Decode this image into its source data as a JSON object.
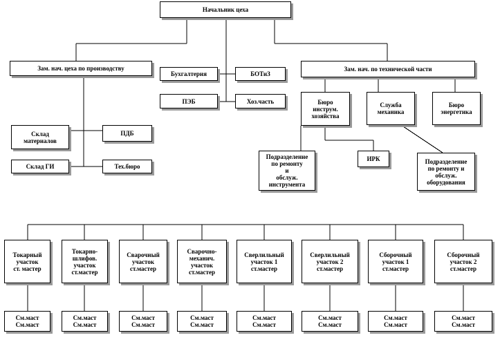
{
  "title": "Начальник цеха",
  "deputies": {
    "production": "Зам. нач. цеха по производству",
    "technical": "Зам. нач. по технической части"
  },
  "center_units": {
    "accounting": "Бухгалтерия",
    "botiz": "БОТиЗ",
    "peb": "ПЭБ",
    "hoz": "Хоз.часть"
  },
  "production_units": {
    "materials_store": "Склад\nматериалов",
    "pdb": "ПДБ",
    "gi_store": "Склад ГИ",
    "tech_bureau": "Тех.бюро"
  },
  "technical_units": {
    "tool_bureau": "Бюро\nинструм.\nхозяйства",
    "mechanic_service": "Служба\nмеханика",
    "energy_bureau": "Бюро\nэнергетика",
    "tool_repair": "Подразделение\nпо ремонту\nи\nобслуж.\nинструмента",
    "irk": "ИРК",
    "equipment_repair": "Подразделение\nпо ремонту и\nобслуж.\nоборудования"
  },
  "sections": [
    {
      "name": "Токарный\nучасток\nст. мастер",
      "masters": "См.маст\nСм.маст"
    },
    {
      "name": "Токарно-\nшлифов.\nучасток\nст.мастер",
      "masters": "См.маст\nСм.маст"
    },
    {
      "name": "Сварочный\nучасток\nст.мастер",
      "masters": "См.маст\nСм.маст"
    },
    {
      "name": "Сварочно-\nмеханич.\nучасток\nст.мастер",
      "masters": "См.маст\nСм.маст"
    },
    {
      "name": "Сверлильный\nучасток 1\nст.мастер",
      "masters": "См.маст\nСм.маст"
    },
    {
      "name": "Сверлильный\nучасток 2\nст.мастер",
      "masters": "См.маст\nСм.маст"
    },
    {
      "name": "Сборочный\nучасток 1\nст.мастер",
      "masters": "См.маст\nСм.маст"
    },
    {
      "name": "Сборочный\nучасток 2\nст.мастер",
      "masters": "См.маст\nСм.маст"
    }
  ]
}
